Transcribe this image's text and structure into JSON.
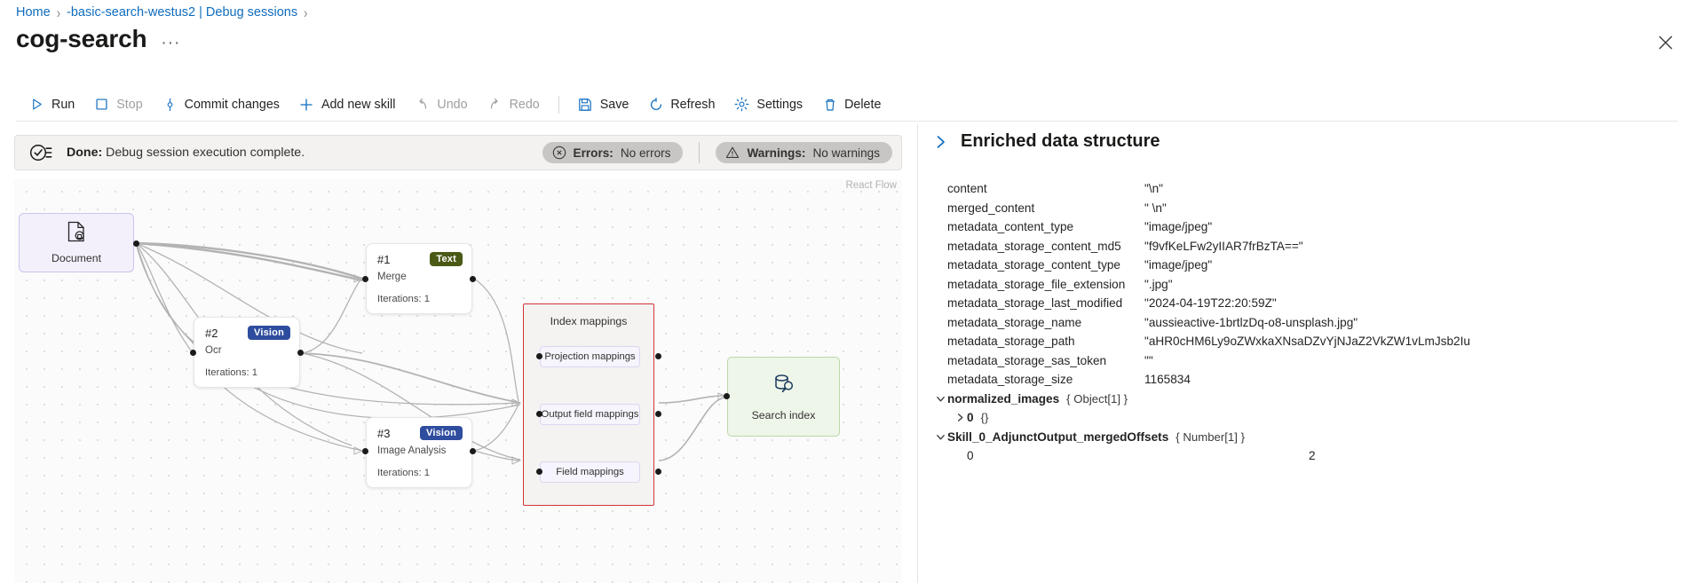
{
  "breadcrumb": {
    "items": [
      "Home",
      "-basic-search-westus2 | Debug sessions"
    ],
    "separator": "›"
  },
  "header": {
    "title": "cog-search",
    "ellipsis": "···",
    "close_label": "close-icon"
  },
  "toolbar": {
    "run": "Run",
    "stop": "Stop",
    "commit_changes": "Commit changes",
    "add_new_skill": "Add new skill",
    "undo": "Undo",
    "redo": "Redo",
    "save": "Save",
    "refresh": "Refresh",
    "settings": "Settings",
    "delete": "Delete"
  },
  "status": {
    "label": "Done:",
    "message": "Debug session execution complete.",
    "errors_label": "Errors:",
    "errors_value": "No errors",
    "warnings_label": "Warnings:",
    "warnings_value": "No warnings"
  },
  "canvas": {
    "watermark": "React Flow",
    "document_node": {
      "label": "Document"
    },
    "skills": [
      {
        "num": "#1",
        "name": "Merge",
        "badge": "Text",
        "badge_kind": "text",
        "iterations": "Iterations: 1"
      },
      {
        "num": "#2",
        "name": "Ocr",
        "badge": "Vision",
        "badge_kind": "vision",
        "iterations": "Iterations: 1"
      },
      {
        "num": "#3",
        "name": "Image Analysis",
        "badge": "Vision",
        "badge_kind": "vision",
        "iterations": "Iterations: 1"
      }
    ],
    "index_mappings": {
      "title": "Index mappings",
      "items": [
        "Projection mappings",
        "Output field mappings",
        "Field mappings"
      ]
    },
    "search_index_node": {
      "label": "Search index"
    },
    "accent_red": "#d13438",
    "accent_green": "#bcd8ab",
    "accent_purple": "#cbc3ee"
  },
  "enriched": {
    "title": "Enriched data structure",
    "rows": [
      {
        "indent": 0,
        "chevron": "",
        "key": "content",
        "value": "\"\\n\"",
        "type": ""
      },
      {
        "indent": 0,
        "chevron": "",
        "key": "merged_content",
        "value": "\" \\n\"",
        "type": ""
      },
      {
        "indent": 0,
        "chevron": "",
        "key": "metadata_content_type",
        "value": "\"image/jpeg\"",
        "type": ""
      },
      {
        "indent": 0,
        "chevron": "",
        "key": "metadata_storage_content_md5",
        "value": "\"f9vfKeLFw2yIIAR7frBzTA==\"",
        "type": ""
      },
      {
        "indent": 0,
        "chevron": "",
        "key": "metadata_storage_content_type",
        "value": "\"image/jpeg\"",
        "type": ""
      },
      {
        "indent": 0,
        "chevron": "",
        "key": "metadata_storage_file_extension",
        "value": "\".jpg\"",
        "type": ""
      },
      {
        "indent": 0,
        "chevron": "",
        "key": "metadata_storage_last_modified",
        "value": "\"2024-04-19T22:20:59Z\"",
        "type": ""
      },
      {
        "indent": 0,
        "chevron": "",
        "key": "metadata_storage_name",
        "value": "\"aussieactive-1brtlzDq-o8-unsplash.jpg\"",
        "type": ""
      },
      {
        "indent": 0,
        "chevron": "",
        "key": "metadata_storage_path",
        "value": "\"aHR0cHM6Ly9oZWxkaXNsaDZvYjNJaZ2VkZW1vLmJsb2Iu",
        "type": ""
      },
      {
        "indent": 0,
        "chevron": "",
        "key": "metadata_storage_sas_token",
        "value": "\"\"",
        "type": ""
      },
      {
        "indent": 0,
        "chevron": "",
        "key": "metadata_storage_size",
        "value": "1165834",
        "type": ""
      },
      {
        "indent": 0,
        "chevron": "down",
        "key": "normalized_images",
        "value": "",
        "type": "{ Object[1] }"
      },
      {
        "indent": 1,
        "chevron": "right",
        "key": "0",
        "value": "",
        "type": "{}"
      },
      {
        "indent": 0,
        "chevron": "down",
        "key": "Skill_0_AdjunctOutput_mergedOffsets",
        "value": "",
        "type": "{ Number[1] }"
      },
      {
        "indent": 1,
        "chevron": "",
        "key": "0",
        "value": "2",
        "type": ""
      }
    ]
  }
}
